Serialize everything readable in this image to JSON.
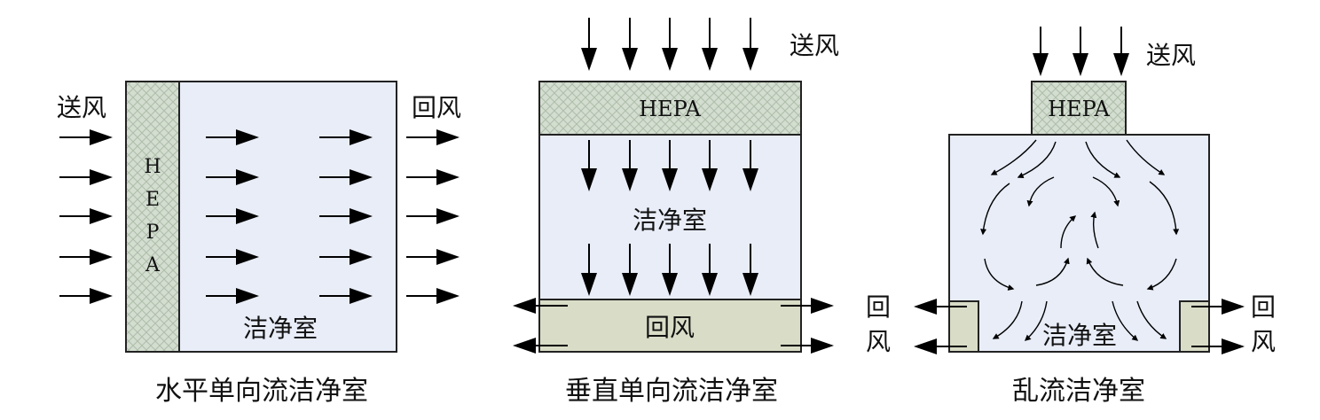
{
  "colors": {
    "room_fill": "#e8edf8",
    "filter_fill": "#d7e0cf",
    "filter_hatch": "#b7c6b4",
    "return_fill": "#d9ddc7",
    "outline": "#222222",
    "arrow": "#000000"
  },
  "diagrams": [
    {
      "caption": "水平单向流洁净室",
      "supply_label": "送风",
      "return_label": "回风",
      "hepa_letters": [
        "H",
        "E",
        "P",
        "A"
      ],
      "room_label": "洁净室"
    },
    {
      "caption": "垂直单向流洁净室",
      "supply_label": "送风",
      "hepa_label": "HEPA",
      "room_label": "洁净室",
      "return_label": "回风"
    },
    {
      "caption": "乱流洁净室",
      "supply_label": "送风",
      "hepa_label": "HEPA",
      "room_label": "洁净室",
      "return_left": [
        "回",
        "风"
      ],
      "return_right": [
        "回",
        "风"
      ]
    }
  ]
}
